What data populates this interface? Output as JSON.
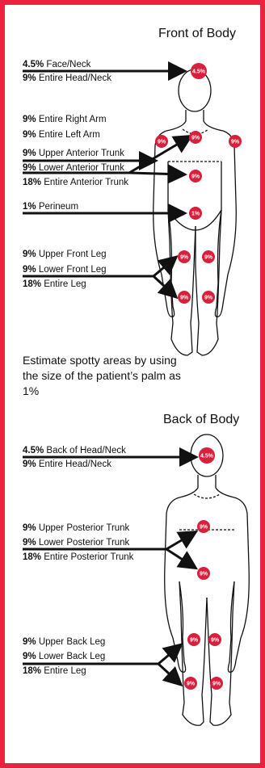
{
  "front": {
    "title": "Front of Body",
    "labels": [
      {
        "pct": "4.5%",
        "text": " Face/Neck"
      },
      {
        "pct": "9%",
        "text": " Entire Head/Neck"
      },
      {
        "pct": "9%",
        "text": " Entire Right Arm"
      },
      {
        "pct": "9%",
        "text": " Entire Left Arm"
      },
      {
        "pct": "9%",
        "text": " Upper Anterior Trunk"
      },
      {
        "pct": "9%",
        "text": " Lower Anterior Trunk"
      },
      {
        "pct": "18%",
        "text": " Entire Anterior Trunk"
      },
      {
        "pct": "1%",
        "text": " Perineum"
      },
      {
        "pct": "9%",
        "text": " Upper Front Leg"
      },
      {
        "pct": "9%",
        "text": " Lower Front Leg"
      },
      {
        "pct": "18%",
        "text": " Entire Leg"
      }
    ],
    "badges": {
      "head": "4.5%",
      "right_arm": "9%",
      "left_arm": "9%",
      "chest": "9%",
      "abdomen": "9%",
      "perineum": "1%",
      "thigh_r": "9%",
      "thigh_l": "9%",
      "shin_r": "9%",
      "shin_l": "9%"
    }
  },
  "note": "Estimate spotty areas by using the size of the patient’s palm as 1%",
  "back": {
    "title": "Back of Body",
    "labels": [
      {
        "pct": "4.5%",
        "text": " Back of Head/Neck"
      },
      {
        "pct": "9%",
        "text": " Entire Head/Neck"
      },
      {
        "pct": "9%",
        "text": " Upper Posterior Trunk"
      },
      {
        "pct": "9%",
        "text": " Lower Posterior Trunk"
      },
      {
        "pct": "18%",
        "text": " Entire Posterior Trunk"
      },
      {
        "pct": "9%",
        "text": " Upper Back Leg"
      },
      {
        "pct": "9%",
        "text": " Lower Back Leg"
      },
      {
        "pct": "18%",
        "text": " Entire Leg"
      }
    ],
    "badges": {
      "head": "4.5%",
      "upper_back": "9%",
      "lower_back": "9%",
      "thigh_r": "9%",
      "thigh_l": "9%",
      "calf_r": "9%",
      "calf_l": "9%"
    }
  },
  "colors": {
    "border": "#e8233f",
    "badge": "#d81f3c",
    "line": "#111111"
  }
}
